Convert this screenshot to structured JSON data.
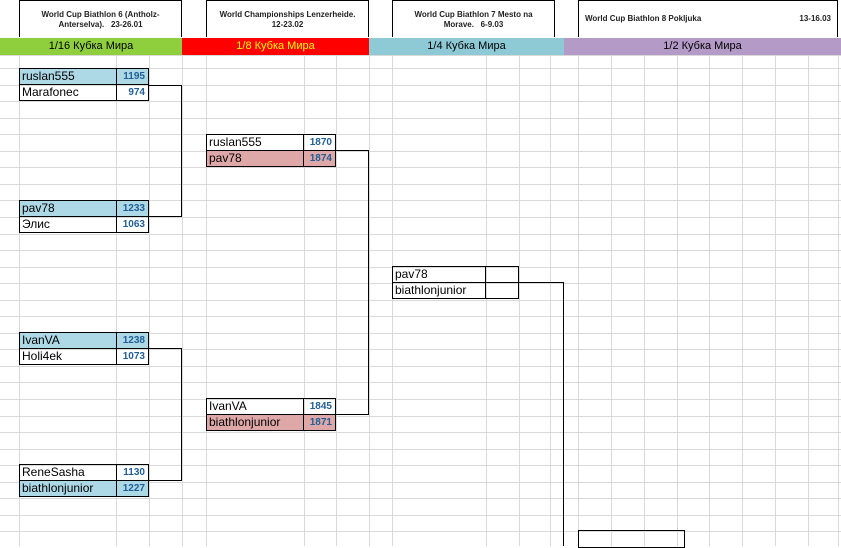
{
  "headers": [
    {
      "title": "World Cup Biathlon 6 (Antholz-Anterselva).",
      "dates": "23-26.01"
    },
    {
      "title": "World Championships Lenzerheide.",
      "dates": "12-23.02"
    },
    {
      "title": "World Cup Biathlon 7 Mesto na Morave.",
      "dates": "6-9.03"
    },
    {
      "title": "World Cup Biathlon 8 Pokljuka",
      "dates": "13-16.03"
    }
  ],
  "rounds": [
    {
      "label": "1/16 Кубка Мира",
      "color": "#8fcf3e",
      "text_color": "#000000"
    },
    {
      "label": "1/8 Кубка Мира",
      "color": "#ff0000",
      "text_color": "#ffff00"
    },
    {
      "label": "1/4 Кубка Мира",
      "color": "#8ec9d6",
      "text_color": "#000000"
    },
    {
      "label": "1/2 Кубка Мира",
      "color": "#b39ac7",
      "text_color": "#000000"
    }
  ],
  "r16": [
    {
      "top": {
        "name": "ruslan555",
        "score": "1195",
        "winner": true
      },
      "bottom": {
        "name": "Marafonec",
        "score": "974",
        "winner": false
      }
    },
    {
      "top": {
        "name": "pav78",
        "score": "1233",
        "winner": true
      },
      "bottom": {
        "name": "Элис",
        "score": "1063",
        "winner": false
      }
    },
    {
      "top": {
        "name": "IvanVA",
        "score": "1238",
        "winner": true
      },
      "bottom": {
        "name": "Holi4ek",
        "score": "1073",
        "winner": false
      }
    },
    {
      "top": {
        "name": "ReneSasha",
        "score": "1130",
        "winner": false
      },
      "bottom": {
        "name": "biathlonjunior",
        "score": "1227",
        "winner": true
      }
    }
  ],
  "r8": [
    {
      "top": {
        "name": "ruslan555",
        "score": "1870",
        "winner": false
      },
      "bottom": {
        "name": "pav78",
        "score": "1874",
        "winner": true
      }
    },
    {
      "top": {
        "name": "IvanVA",
        "score": "1845",
        "winner": false
      },
      "bottom": {
        "name": "biathlonjunior",
        "score": "1871",
        "winner": true
      }
    }
  ],
  "r4": [
    {
      "top": {
        "name": "pav78",
        "score": ""
      },
      "bottom": {
        "name": "biathlonjunior",
        "score": ""
      }
    }
  ],
  "colors": {
    "winner_r16": "#add8e6",
    "winner_r8": "#dfa8a8",
    "grid": "#d9d9d9"
  }
}
